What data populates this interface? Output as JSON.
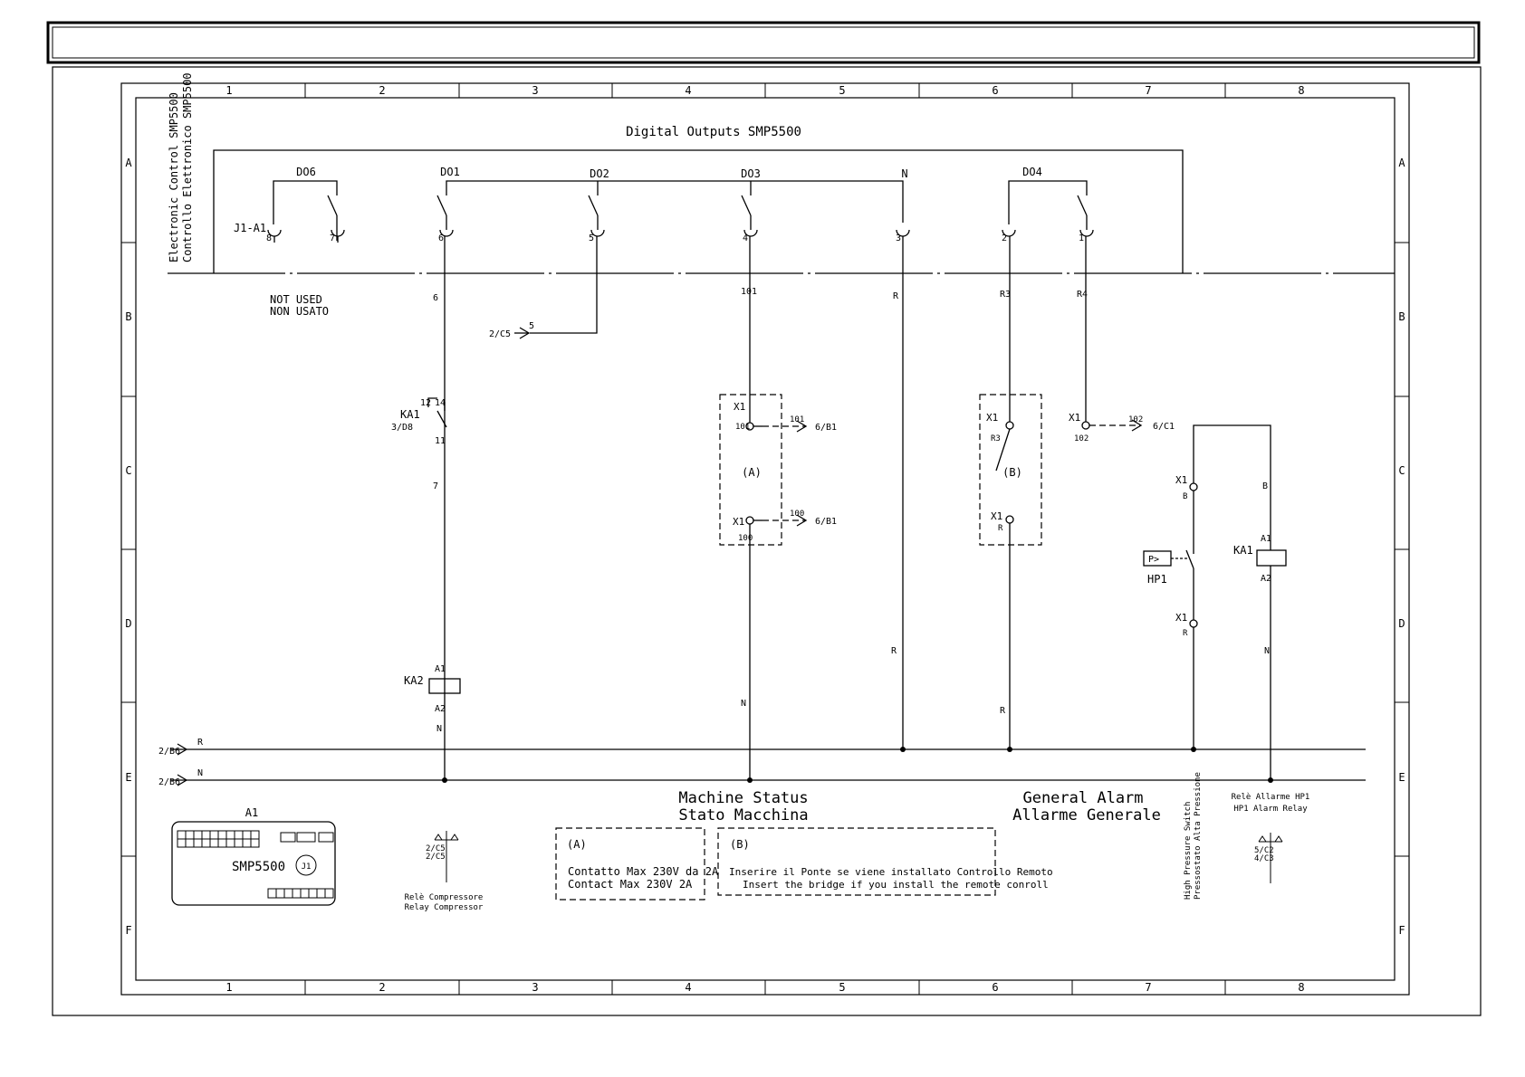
{
  "title": "Digital Outputs SMP5500",
  "side_label": [
    "Electronic Control SMP5500",
    "Controllo Elettronico SMP5500"
  ],
  "columns": [
    "1",
    "2",
    "3",
    "4",
    "5",
    "6",
    "7",
    "8"
  ],
  "rows": [
    "A",
    "B",
    "C",
    "D",
    "E",
    "F"
  ],
  "outputs": {
    "do6": "DO6",
    "do1": "DO1",
    "do2": "DO2",
    "do3": "DO3",
    "n": "N",
    "do4": "DO4",
    "j1": "J1-A1"
  },
  "pins": {
    "p8": "8",
    "p7": "7",
    "p6": "6",
    "p5": "5",
    "p4": "4",
    "p3": "3",
    "p2": "2",
    "p1": "1"
  },
  "not_used": [
    "NOT USED",
    "NON USATO"
  ],
  "wires": {
    "w6": "6",
    "w101": "101",
    "wR": "R",
    "wR3": "R3",
    "wR4": "R4",
    "w5": "5",
    "ref_2c5": "2/C5",
    "w7": "7",
    "w11": "11",
    "w12": "12",
    "w14": "14",
    "wN": "N",
    "wR_lower": "R",
    "w100": "100",
    "w102": "102",
    "wB": "B"
  },
  "ka1": {
    "name": "KA1",
    "ref": "3/D8",
    "a1": "A1",
    "a2": "A2"
  },
  "ka2": {
    "name": "KA2",
    "a1": "A1",
    "a2": "A2"
  },
  "x1": "X1",
  "refs": {
    "r101": "101",
    "t101": "6/B1",
    "r100": "100",
    "t100": "6/B1",
    "r102": "102",
    "t102": "6/C1"
  },
  "box_a": "(A)",
  "box_b": "(B)",
  "hp1": {
    "name": "HP1",
    "symbol": "P>"
  },
  "rails": {
    "r_ref": "2/B6",
    "r_label": "R",
    "n_ref": "2/B6",
    "n_label": "N"
  },
  "machine_status": [
    "Machine Status",
    "Stato Macchina"
  ],
  "general_alarm": [
    "General Alarm",
    "Allarme Generale"
  ],
  "hp_switch": [
    "High Pressure Switch",
    "Pressostato Alta Pressione"
  ],
  "alarm_relay": [
    "Relè Allarme HP1",
    "HP1 Alarm Relay"
  ],
  "a1_device": {
    "name": "A1",
    "model": "SMP5500",
    "conn": "J1"
  },
  "compressor_relay": [
    "Relè Compressore",
    "Relay Compressor"
  ],
  "xref_ka2": [
    "2/C5",
    "2/C5"
  ],
  "xref_ka1": [
    "5/C2",
    "4/C3"
  ],
  "note_a": {
    "tag": "(A)",
    "lines": [
      "Contatto Max 230V da 2A",
      "Contact Max 230V 2A"
    ]
  },
  "note_b": {
    "tag": "(B)",
    "lines": [
      "Inserire il Ponte se viene installato Controllo Remoto",
      "Insert the bridge if you install the remote conroll"
    ]
  }
}
